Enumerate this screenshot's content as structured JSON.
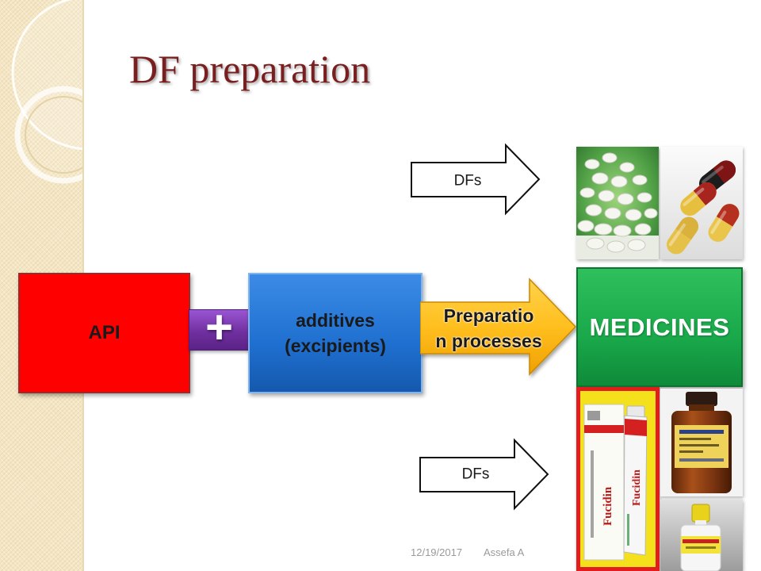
{
  "slide": {
    "title": "DF preparation",
    "footer": {
      "date": "12/19/2017",
      "author": "Assefa A"
    }
  },
  "diagram": {
    "api_label": "API",
    "plus_symbol": "+",
    "additives_line1": "additives",
    "additives_line2": "(excipients)",
    "process_line1": "Preparatio",
    "process_line2": "n processes",
    "result_label": "MEDICINES",
    "top_arrow_label": "DFs",
    "bottom_arrow_label": "DFs"
  },
  "images": {
    "ointment_brand": "Fucidin",
    "icons": [
      "tablets-photo",
      "capsules-photo",
      "ointment-tube-photo",
      "syrup-bottle-photo",
      "dropper-bottle-photo"
    ]
  },
  "colors": {
    "title": "#7a1f1f",
    "api": "#ff0000",
    "connector": "#7030a0",
    "additives": "#1f6fd0",
    "process": "#ffbf1f",
    "medicines": "#19a84a"
  }
}
